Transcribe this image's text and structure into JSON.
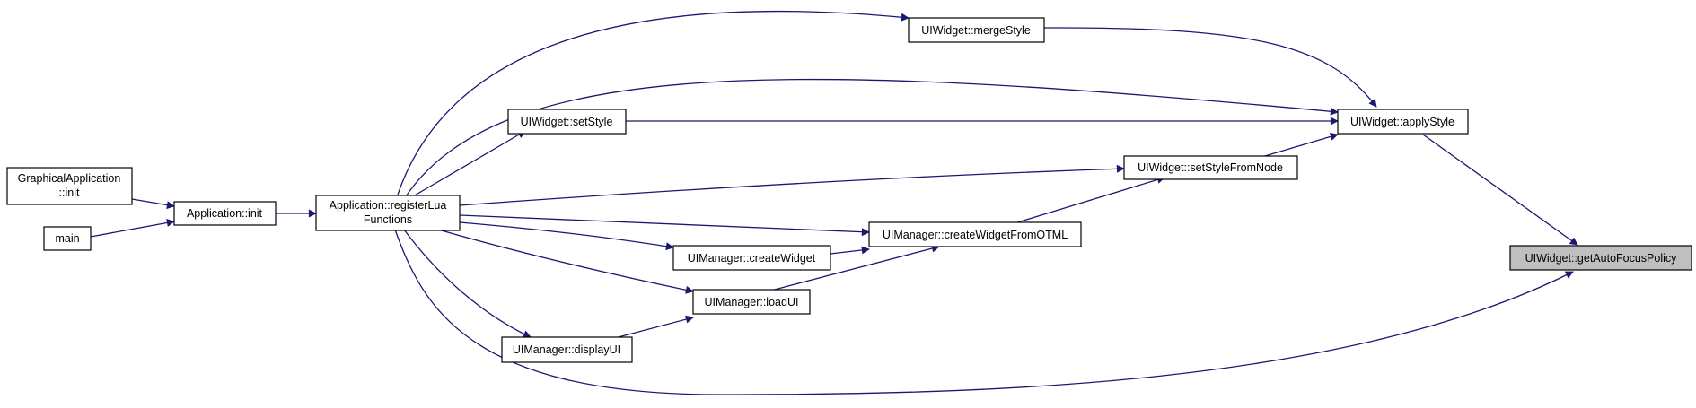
{
  "nodes": {
    "graphical_app_init": {
      "lines": [
        "GraphicalApplication",
        "::init"
      ]
    },
    "main": {
      "lines": [
        "main"
      ]
    },
    "app_init": {
      "lines": [
        "Application::init"
      ]
    },
    "register_lua": {
      "lines": [
        "Application::registerLua",
        "Functions"
      ]
    },
    "merge_style": {
      "lines": [
        "UIWidget::mergeStyle"
      ]
    },
    "set_style": {
      "lines": [
        "UIWidget::setStyle"
      ]
    },
    "apply_style": {
      "lines": [
        "UIWidget::applyStyle"
      ]
    },
    "set_style_from_node": {
      "lines": [
        "UIWidget::setStyleFromNode"
      ]
    },
    "create_widget_from_otml": {
      "lines": [
        "UIManager::createWidgetFromOTML"
      ]
    },
    "create_widget": {
      "lines": [
        "UIManager::createWidget"
      ]
    },
    "load_ui": {
      "lines": [
        "UIManager::loadUI"
      ]
    },
    "display_ui": {
      "lines": [
        "UIManager::displayUI"
      ]
    },
    "get_auto_focus_policy": {
      "lines": [
        "UIWidget::getAutoFocusPolicy"
      ]
    }
  }
}
